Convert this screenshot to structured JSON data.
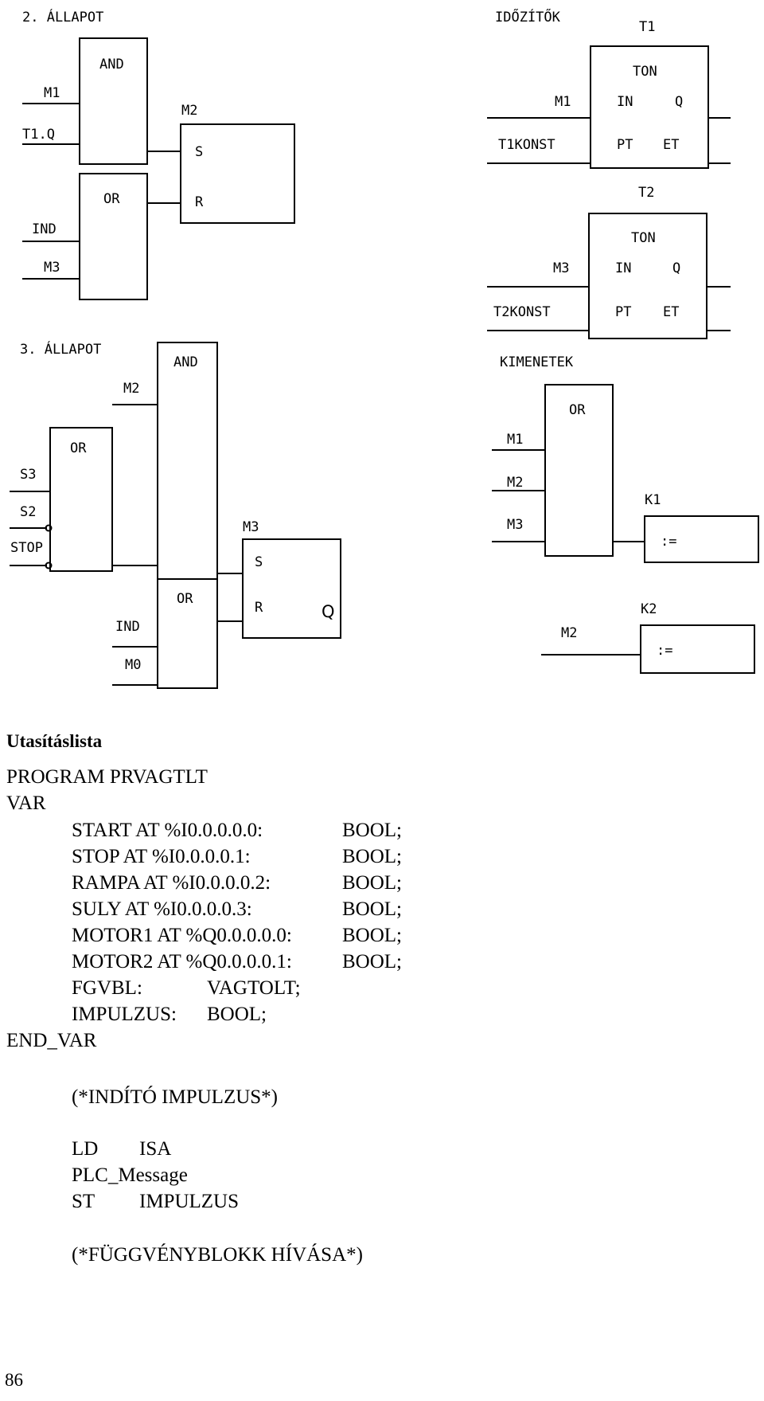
{
  "diagram": {
    "state2": {
      "title": "2. ÁLLAPOT",
      "and_label": "AND",
      "or_label": "OR",
      "in_m1": "M1",
      "in_t1q": "T1.Q",
      "in_ind": "IND",
      "in_m3": "M3",
      "sr_name": "M2",
      "sr_s": "S",
      "sr_r": "R"
    },
    "timers": {
      "title": "IDŐZÍTŐK",
      "t1_name": "T1",
      "t1_type": "TON",
      "t1_in": "IN",
      "t1_q": "Q",
      "t1_pt": "PT",
      "t1_et": "ET",
      "t1_in_signal": "M1",
      "t1_pt_signal": "T1KONST",
      "t2_name": "T2",
      "t2_type": "TON",
      "t2_in": "IN",
      "t2_q": "Q",
      "t2_pt": "PT",
      "t2_et": "ET",
      "t2_in_signal": "M3",
      "t2_pt_signal": "T2KONST"
    },
    "state3": {
      "title": "3. ÁLLAPOT",
      "and_label": "AND",
      "or1_label": "OR",
      "or2_label": "OR",
      "in_m2": "M2",
      "in_s3": "S3",
      "in_s2": "S2",
      "in_stop": "STOP",
      "in_ind": "IND",
      "in_m0": "M0",
      "sr_name": "M3",
      "sr_s": "S",
      "sr_r": "R",
      "sr_q": "Q"
    },
    "outputs": {
      "title": "KIMENETEK",
      "or_label": "OR",
      "in_m1": "M1",
      "in_m2": "M2",
      "in_m3": "M3",
      "k1_name": "K1",
      "k1_op": ":=",
      "k2_in": "M2",
      "k2_name": "K2",
      "k2_op": ":="
    }
  },
  "instruction_list": {
    "heading": "Utasításlista",
    "lines": [
      "PROGRAM PRVAGTLT",
      "VAR",
      "END_VAR",
      "(*INDÍTÓ IMPULZUS*)",
      "(*FÜGGVÉNYBLOKK HÍVÁSA*)"
    ],
    "var_decls": [
      {
        "name": "START AT %I0.0.0.0.0:",
        "type": "BOOL;"
      },
      {
        "name": "STOP AT %I0.0.0.0.1:",
        "type": "BOOL;"
      },
      {
        "name": "RAMPA AT %I0.0.0.0.2:",
        "type": "BOOL;"
      },
      {
        "name": "SULY AT %I0.0.0.0.3:",
        "type": "BOOL;"
      },
      {
        "name": "MOTOR1 AT %Q0.0.0.0.0:",
        "type": "BOOL;"
      },
      {
        "name": "MOTOR2 AT %Q0.0.0.0.1:",
        "type": "BOOL;"
      },
      {
        "name": "FGVBL:",
        "type": "VAGTOLT;"
      },
      {
        "name": "IMPULZUS:",
        "type": "BOOL;"
      }
    ],
    "il_code": [
      {
        "op": "LD",
        "arg": "ISA"
      },
      {
        "op": "PLC_Message",
        "arg": ""
      },
      {
        "op": "ST",
        "arg": "IMPULZUS"
      }
    ]
  },
  "page_number": "86"
}
